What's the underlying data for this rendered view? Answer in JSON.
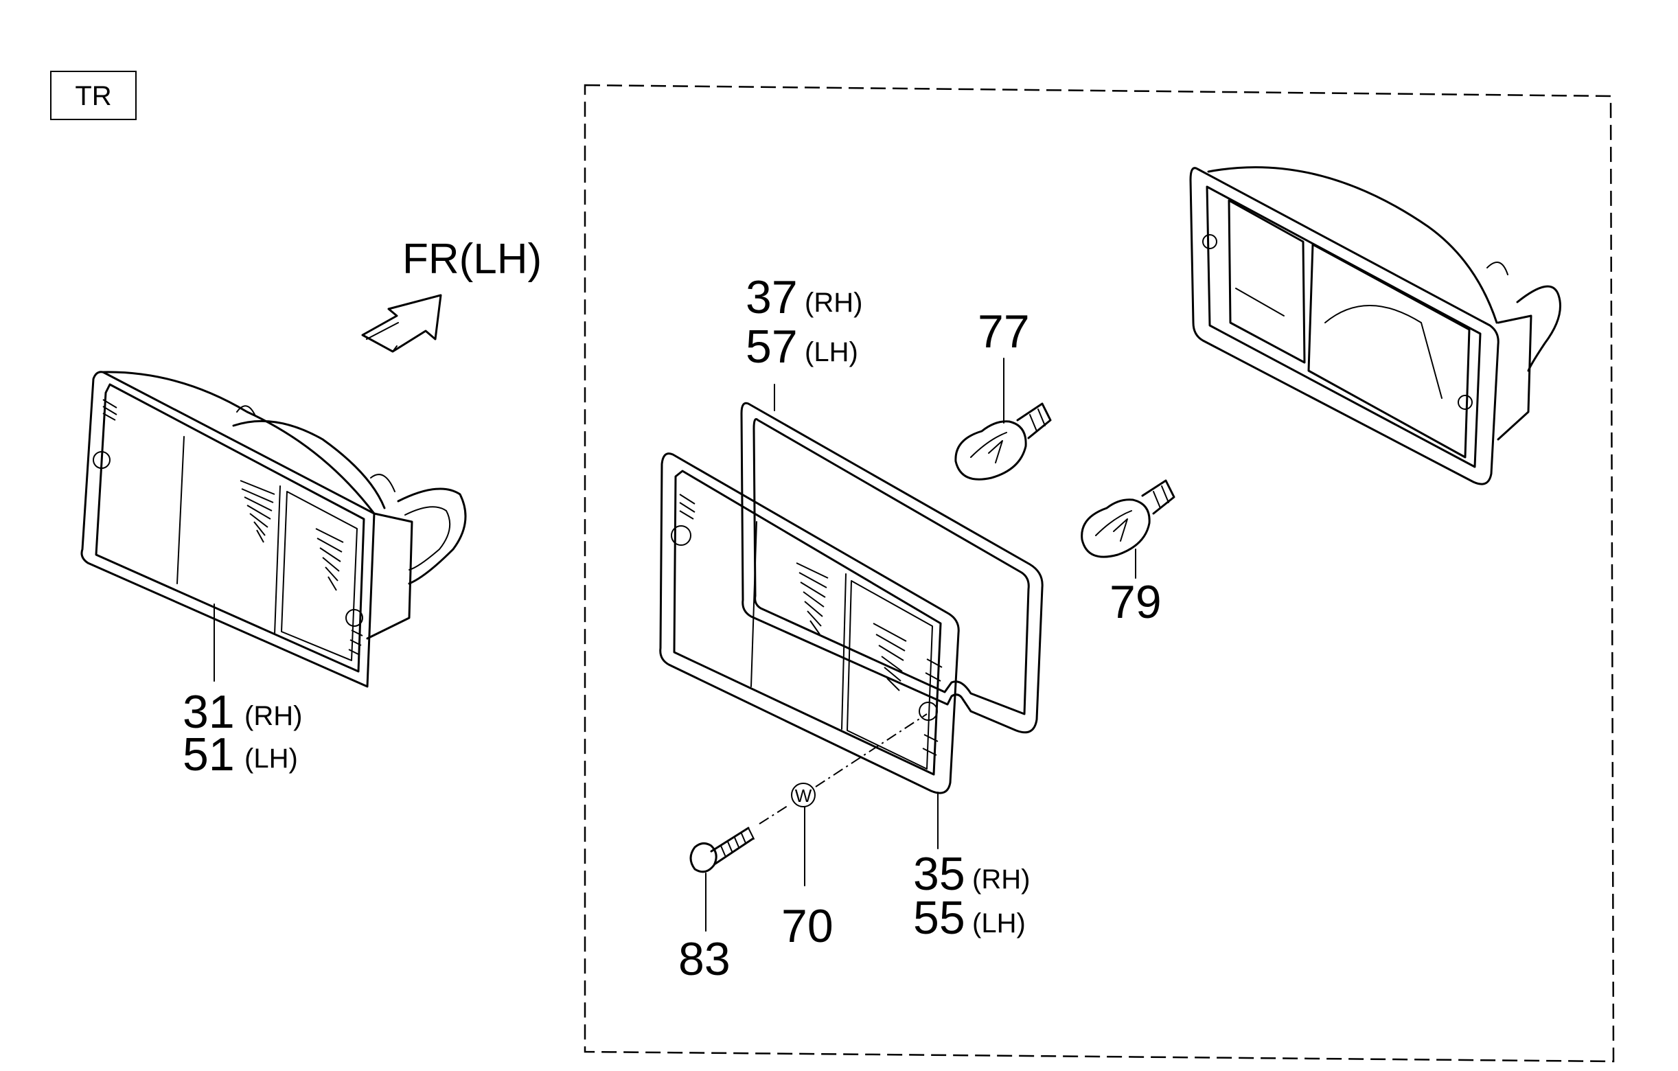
{
  "tag": "TR",
  "direction": "FR(LH)",
  "callouts": {
    "c31": {
      "num": "31",
      "side": "(RH)"
    },
    "c51": {
      "num": "51",
      "side": "(LH)"
    },
    "c37": {
      "num": "37",
      "side": "(RH)"
    },
    "c57": {
      "num": "57",
      "side": "(LH)"
    },
    "c77": {
      "num": "77"
    },
    "c79": {
      "num": "79"
    },
    "c35": {
      "num": "35",
      "side": "(RH)"
    },
    "c55": {
      "num": "55",
      "side": "(LH)"
    },
    "c70": {
      "num": "70"
    },
    "c83": {
      "num": "83"
    },
    "washer": "W"
  }
}
